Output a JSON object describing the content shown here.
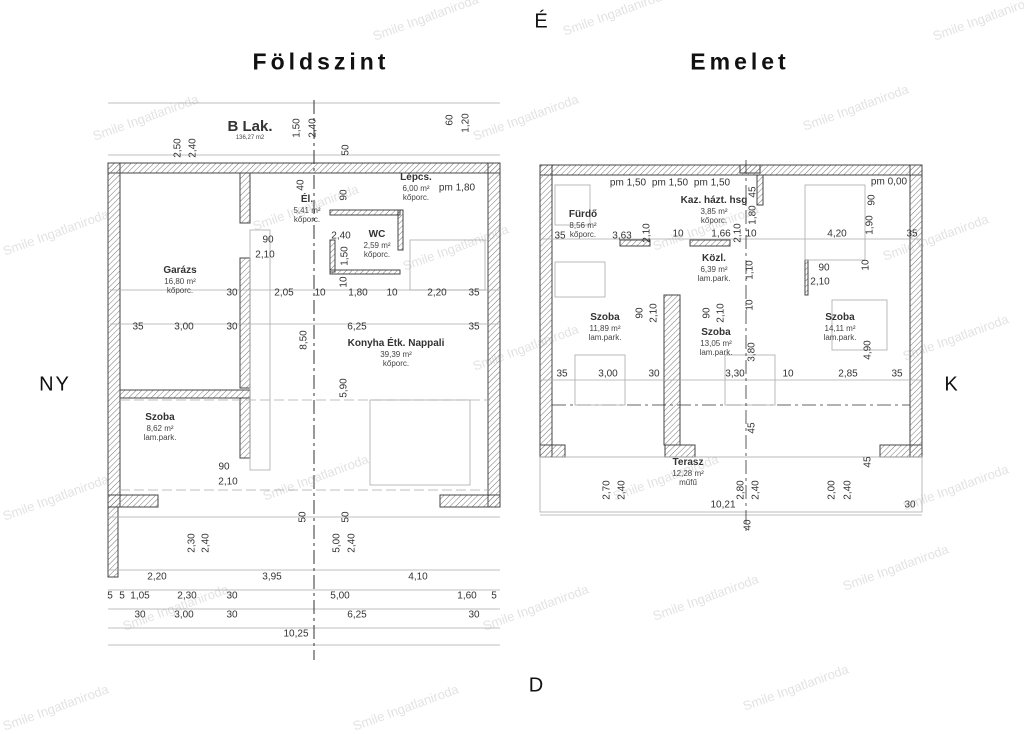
{
  "compass": {
    "north": "É",
    "west": "NY",
    "east": "K",
    "south": "D"
  },
  "ground_floor": {
    "title": "Földszint",
    "unit_label": "B Lak.",
    "unit_area": "136,27 m2",
    "stair_level": "pm 1,80",
    "rooms": [
      {
        "name": "Garázs",
        "area": "16,80 m²",
        "floor": "kőporc."
      },
      {
        "name": "Lépcs.",
        "area": "6,00 m²",
        "floor": "kőporc."
      },
      {
        "name": "Él.",
        "area": "5,41 m²",
        "floor": "kőporc."
      },
      {
        "name": "WC",
        "area": "2,59 m²",
        "floor": "kőporc."
      },
      {
        "name": "Konyha Étk. Nappali",
        "area": "39,39 m²",
        "floor": "kőporc."
      },
      {
        "name": "Szoba",
        "area": "8,62 m²",
        "floor": "lam.park."
      }
    ],
    "dimensions": [
      "2,50",
      "2,40",
      "1,50",
      "2,40",
      "60",
      "1,20",
      "50",
      "40",
      "90",
      "90",
      "2,10",
      "2,40",
      "1,50",
      "10",
      "30",
      "2,05",
      "10",
      "1,80",
      "10",
      "2,20",
      "35",
      "35",
      "3,00",
      "30",
      "6,25",
      "35",
      "8,50",
      "5,90",
      "90",
      "2,10",
      "50",
      "50",
      "2,30",
      "2,40",
      "5,00",
      "2,40",
      "2,20",
      "3,95",
      "4,10",
      "5",
      "5",
      "1,05",
      "2,30",
      "30",
      "5,00",
      "1,60",
      "5",
      "30",
      "3,00",
      "30",
      "6,25",
      "30",
      "10,25"
    ]
  },
  "upper_floor": {
    "title": "Emelet",
    "levels": [
      "pm 1,50",
      "pm 1,50",
      "pm 1,50",
      "pm 0,00"
    ],
    "rooms": [
      {
        "name": "Fürdő",
        "area": "8,56 m²",
        "floor": "kőporc."
      },
      {
        "name": "Kaz. házt. hsg",
        "area": "3,85 m²",
        "floor": "kőporc."
      },
      {
        "name": "Közl.",
        "area": "6,39 m²",
        "floor": "lam.park."
      },
      {
        "name": "Szoba",
        "area": "11,89 m²",
        "floor": "lam.park."
      },
      {
        "name": "Szoba",
        "area": "13,05 m²",
        "floor": "lam.park."
      },
      {
        "name": "Szoba",
        "area": "14,11 m²",
        "floor": "lam.park."
      },
      {
        "name": "Terasz",
        "area": "12,28 m²",
        "floor": "műfű"
      }
    ],
    "dimensions": [
      "45",
      "1,80",
      "90",
      "35",
      "3,63",
      "2,10",
      "10",
      "1,66",
      "2,10",
      "10",
      "4,20",
      "1,90",
      "35",
      "90",
      "2,10",
      "10",
      "1,10",
      "90",
      "2,10",
      "90",
      "2,10",
      "10",
      "4,90",
      "3,80",
      "35",
      "3,00",
      "30",
      "3,30",
      "10",
      "2,85",
      "35",
      "45",
      "45",
      "2,70",
      "2,40",
      "2,80",
      "2,40",
      "2,00",
      "2,40",
      "10,21",
      "30",
      "40"
    ]
  },
  "watermark": "Smile Ingatlaniroda",
  "colors": {
    "wall": "#555555",
    "line": "#999999"
  }
}
